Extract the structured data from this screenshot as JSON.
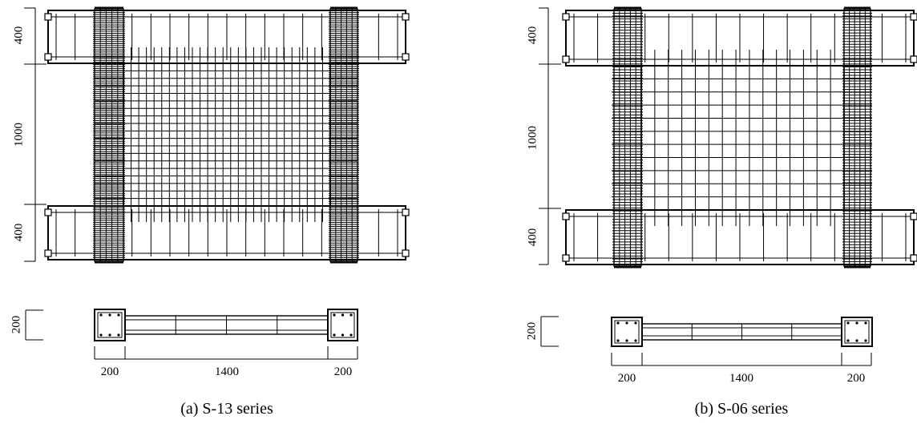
{
  "panels": [
    {
      "caption": "(a) S-13 series",
      "dims": {
        "beam_h": "400",
        "wall_h": "1000",
        "sect_t": "200",
        "col_w_left": "200",
        "wall_len": "1400",
        "col_w_right": "200"
      },
      "wall_stirrups": 19,
      "wall_vbars": 27,
      "col_ties": 40,
      "beam_stirrups": 18
    },
    {
      "caption": "(b) S-06 series",
      "dims": {
        "beam_h": "400",
        "wall_h": "1000",
        "sect_t": "200",
        "col_w_left": "200",
        "wall_len": "1400",
        "col_w_right": "200"
      },
      "wall_stirrups": 11,
      "wall_vbars": 15,
      "col_ties": 30,
      "beam_stirrups": 14
    }
  ]
}
